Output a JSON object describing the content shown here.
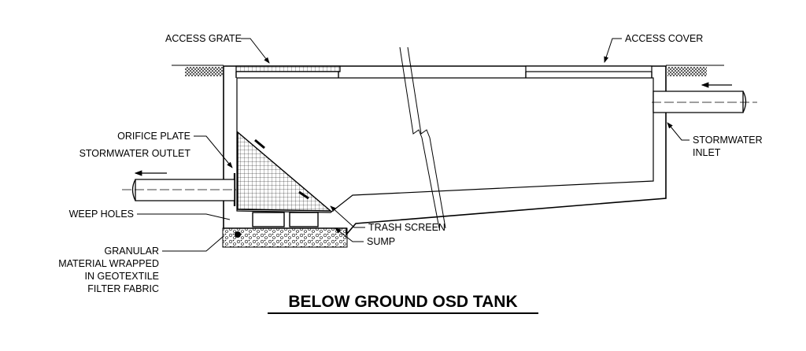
{
  "title": "BELOW GROUND OSD TANK",
  "labels": {
    "access_grate": "ACCESS GRATE",
    "access_cover": "ACCESS COVER",
    "orifice_plate": "ORIFICE PLATE",
    "stormwater_outlet": "STORMWATER OUTLET",
    "stormwater_inlet_1": "STORMWATER",
    "stormwater_inlet_2": "INLET",
    "weep_holes": "WEEP HOLES",
    "trash_screen": "TRASH SCREEN",
    "sump": "SUMP",
    "granular_1": "GRANULAR",
    "granular_2": "MATERIAL WRAPPED",
    "granular_3": "IN GEOTEXTILE",
    "granular_4": "FILTER FABRIC"
  }
}
